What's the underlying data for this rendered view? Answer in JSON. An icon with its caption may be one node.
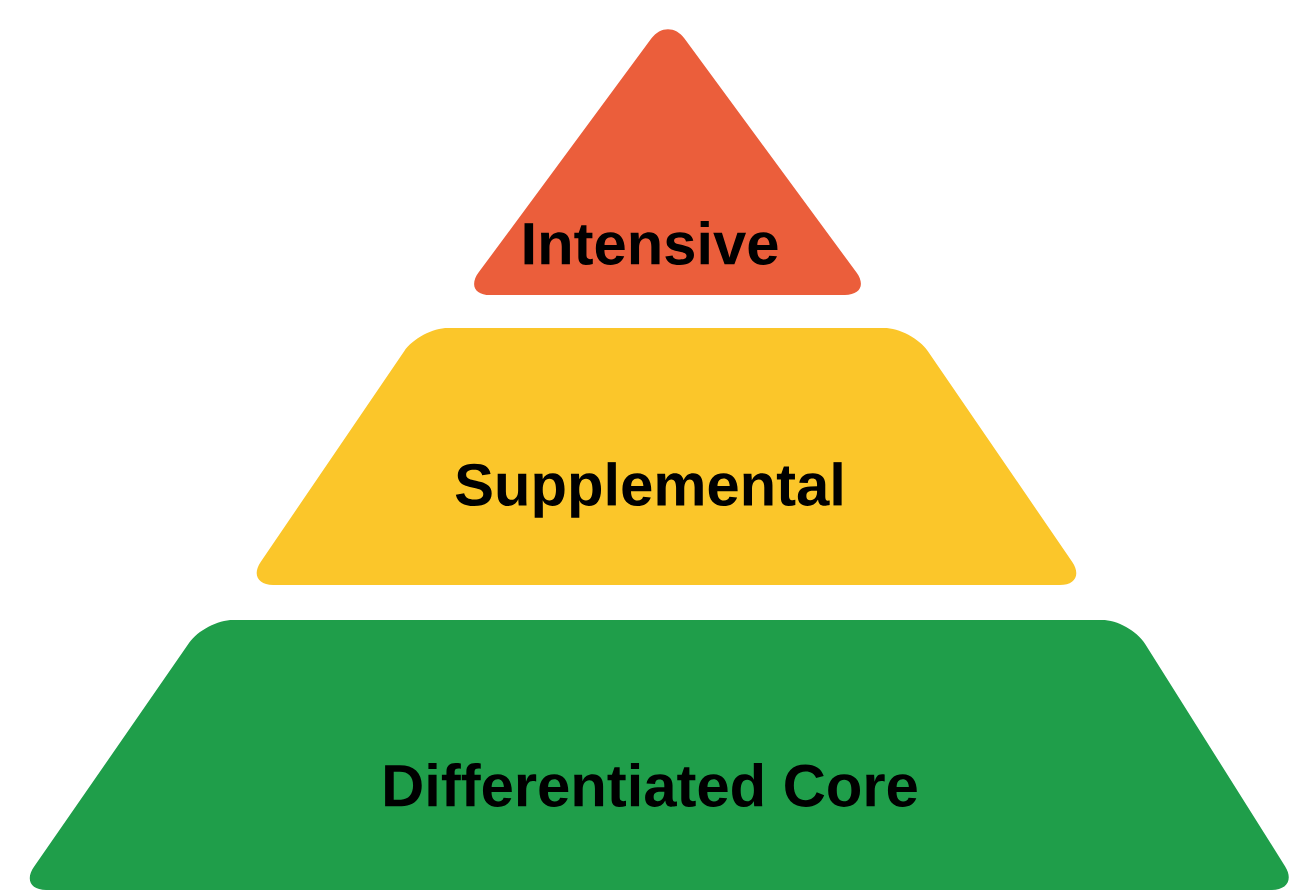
{
  "diagram": {
    "nodes": [
      {
        "text": [
          "Intensive"
        ]
      },
      {
        "text": [
          "Supplemental"
        ]
      },
      {
        "text": [
          "Differentiated Core"
        ]
      }
    ]
  }
}
